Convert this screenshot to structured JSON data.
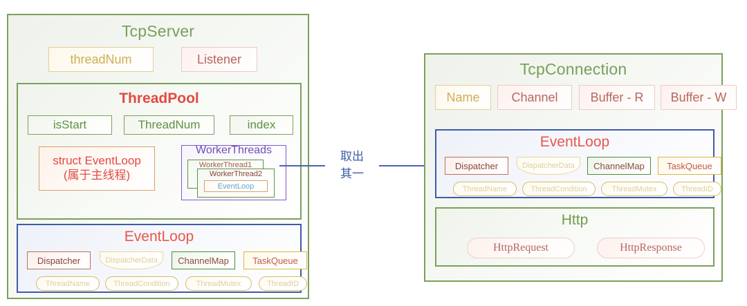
{
  "diagram": {
    "title": "TcpServer / TcpConnection architecture",
    "colors": {
      "green": "#7ba05b",
      "red": "#e04b43",
      "blue": "#3f5ba9",
      "purple": "#8257c9",
      "gold": "#d9b74a",
      "rose": "#b5675c"
    }
  },
  "tcp_server": {
    "title": "TcpServer",
    "fields": [
      {
        "label": "threadNum",
        "style": "gold"
      },
      {
        "label": "Listener",
        "style": "rose"
      }
    ],
    "thread_pool": {
      "title": "ThreadPool",
      "fields": [
        {
          "label": "isStart",
          "style": "green"
        },
        {
          "label": "ThreadNum",
          "style": "green"
        },
        {
          "label": "index",
          "style": "green"
        }
      ],
      "struct_event_loop": {
        "line1": "struct EventLoop",
        "line2": "(属于主线程)"
      },
      "worker_threads": {
        "title": "WorkerThreads",
        "items": [
          {
            "label": "WorkerThread1"
          },
          {
            "label": "WorkerThread2"
          }
        ],
        "inner": {
          "label": "EventLoop"
        }
      }
    },
    "event_loop": {
      "title": "EventLoop",
      "row1": [
        {
          "label": "Dispatcher",
          "style": "brown"
        },
        {
          "label": "DispatcherData",
          "style": "faded"
        },
        {
          "label": "ChannelMap",
          "style": "green-dark"
        },
        {
          "label": "TaskQueue",
          "style": "goldline"
        }
      ],
      "row2": [
        {
          "label": "ThreadName"
        },
        {
          "label": "ThreadCondition"
        },
        {
          "label": "ThreadMutex"
        },
        {
          "label": "ThreadID"
        }
      ]
    }
  },
  "connector": {
    "label_line1": "取出",
    "label_line2": "其一",
    "direction": "right"
  },
  "tcp_connection": {
    "title": "TcpConnection",
    "fields": [
      {
        "label": "Name",
        "style": "gold"
      },
      {
        "label": "Channel",
        "style": "rose"
      },
      {
        "label": "Buffer - R",
        "style": "rose"
      },
      {
        "label": "Buffer - W",
        "style": "rose"
      }
    ],
    "event_loop": {
      "title": "EventLoop",
      "row1": [
        {
          "label": "Dispatcher",
          "style": "brown"
        },
        {
          "label": "DispatcherData",
          "style": "faded"
        },
        {
          "label": "ChannelMap",
          "style": "green-dark"
        },
        {
          "label": "TaskQueue",
          "style": "goldline"
        }
      ],
      "row2": [
        {
          "label": "ThreadName"
        },
        {
          "label": "ThreadCondition"
        },
        {
          "label": "ThreadMutex"
        },
        {
          "label": "ThreadID"
        }
      ]
    },
    "http": {
      "title": "Http",
      "items": [
        {
          "label": "HttpRequest"
        },
        {
          "label": "HttpResponse"
        }
      ]
    }
  }
}
